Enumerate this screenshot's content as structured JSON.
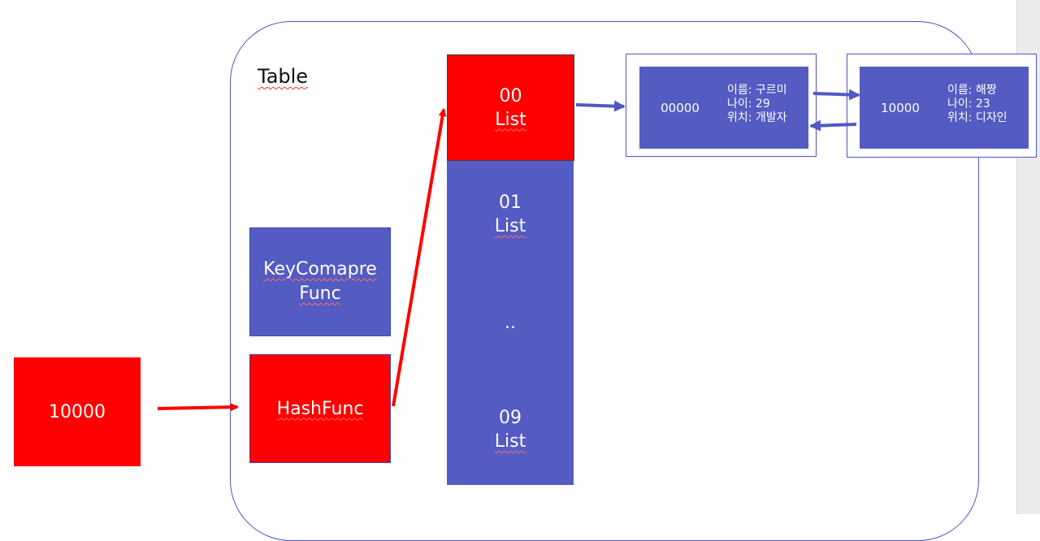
{
  "diagram": {
    "table_label": "Table",
    "input_key": "10000",
    "key_compare_func": [
      "KeyComapre",
      "Func"
    ],
    "hash_func": "HashFunc",
    "buckets": [
      {
        "index": "00",
        "label": "List"
      },
      {
        "index": "01",
        "label": "List"
      },
      {
        "index": "..",
        "label": ""
      },
      {
        "index": "09",
        "label": "List"
      }
    ],
    "nodes": [
      {
        "key": "00000",
        "name": "이름: 구르미",
        "age": "나이: 29",
        "position": "위치: 개발자"
      },
      {
        "key": "10000",
        "name": "이름: 해짱",
        "age": "나이: 23",
        "position": "위치: 디자인"
      }
    ],
    "colors": {
      "highlight": "#ff0000",
      "block": "#545bc2",
      "outline": "#4f55c0",
      "link_arrow": "#5058c4"
    }
  }
}
